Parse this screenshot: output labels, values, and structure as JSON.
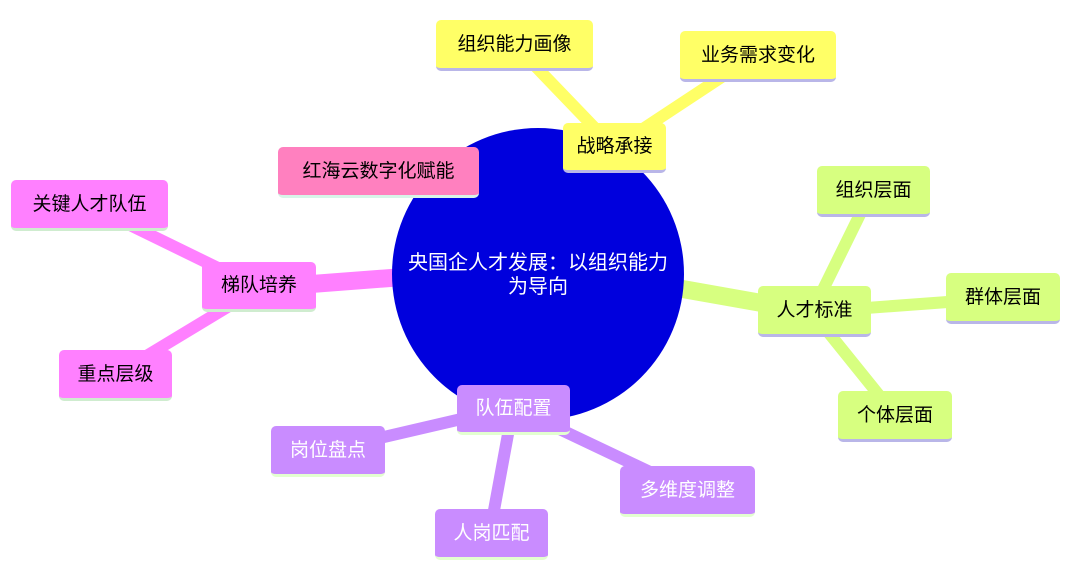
{
  "root": {
    "label": "央国企人才发展：以组织能力为导向"
  },
  "branches": {
    "strategy": {
      "label": "战略承接",
      "color": "#ffff66",
      "children": [
        "组织能力画像",
        "业务需求变化"
      ]
    },
    "talent_standard": {
      "label": "人才标准",
      "color": "#d7ff80",
      "children": [
        "组织层面",
        "群体层面",
        "个体层面"
      ]
    },
    "team_config": {
      "label": "队伍配置",
      "color": "#c98cff",
      "children": [
        "岗位盘点",
        "人岗匹配",
        "多维度调整"
      ]
    },
    "echelon": {
      "label": "梯队培养",
      "color": "#ff80ff",
      "children": [
        "关键人才队伍",
        "重点层级"
      ]
    },
    "digital": {
      "label": "红海云数字化赋能",
      "color": "#ff80bf"
    }
  }
}
